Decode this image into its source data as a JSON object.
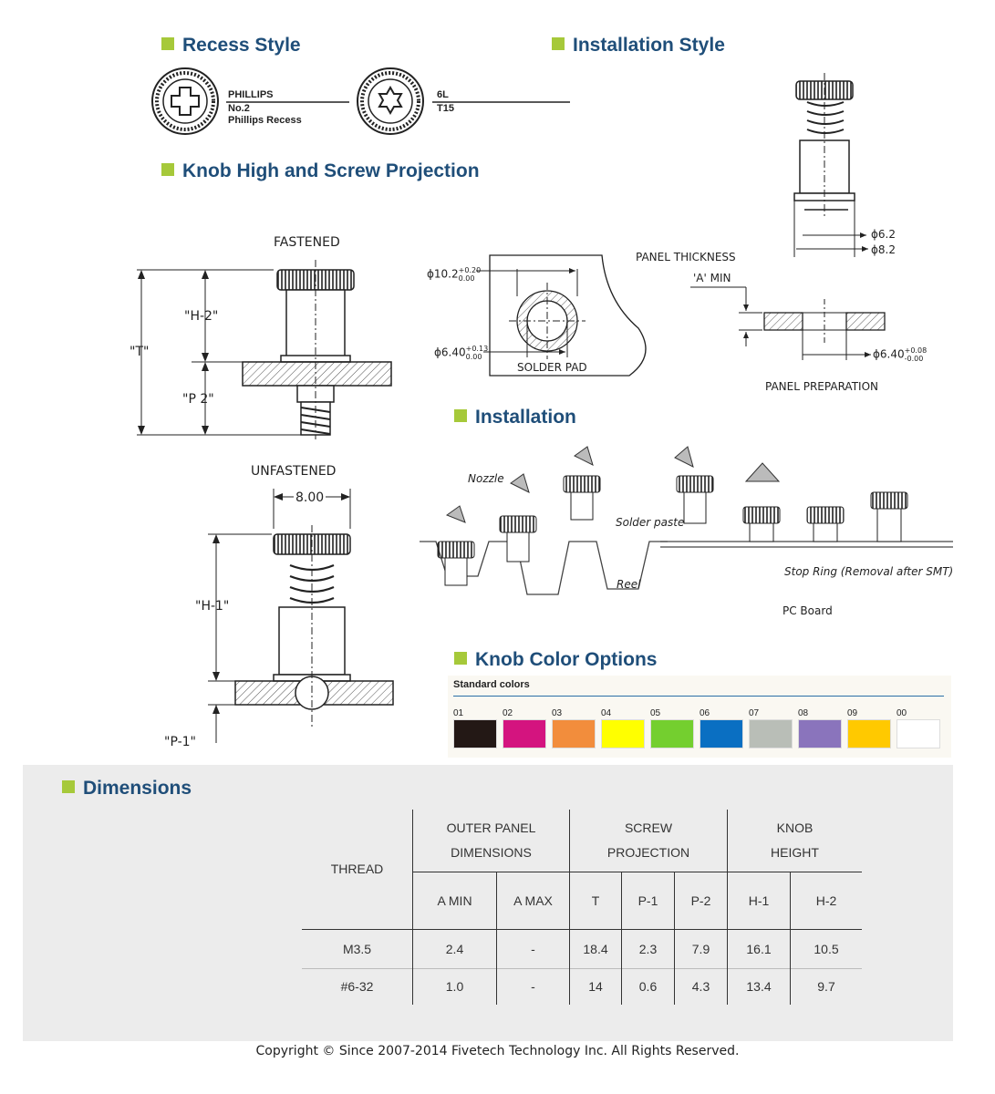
{
  "sections": {
    "recess": "Recess Style",
    "installation_style": "Installation Style",
    "knob_high": "Knob High and Screw Projection",
    "installation": "Installation",
    "knob_colors": "Knob Color Options",
    "dimensions": "Dimensions"
  },
  "recess": {
    "phillips_title": "PHILLIPS",
    "phillips_no": "No.2",
    "phillips_desc": "Phillips Recess",
    "torx_title": "6L",
    "torx_desc": "T15"
  },
  "install_style": {
    "dia_inner": "ϕ6.2",
    "dia_outer": "ϕ8.2"
  },
  "fastened": {
    "title": "FASTENED",
    "h2": "\"H-2\"",
    "t": "\"T\"",
    "p2": "\"P 2\""
  },
  "unfastened": {
    "title": "UNFASTENED",
    "width": "8.00",
    "h1": "\"H-1\"",
    "p1": "\"P-1\""
  },
  "solder_pad": {
    "outer_dia": "ϕ10.2",
    "outer_tol_plus": "+0.20",
    "outer_tol_minus": "0.00",
    "inner_dia": "ϕ6.40",
    "inner_tol_plus": "+0.13",
    "inner_tol_minus": "0.00",
    "label": "SOLDER PAD"
  },
  "panel": {
    "thickness": "PANEL THICKNESS",
    "a_min": "'A' MIN",
    "hole_dia": "ϕ6.40",
    "hole_tol_plus": "+0.08",
    "hole_tol_minus": "-0.00",
    "caption": "PANEL PREPARATION"
  },
  "install_labels": {
    "nozzle": "Nozzle",
    "solder_paste": "Solder paste",
    "reel": "Reel",
    "stop_ring": "Stop Ring (Removal after SMT)",
    "pc_board": "PC Board"
  },
  "knob_colors": {
    "header": "Standard colors",
    "swatches": [
      {
        "code": "01",
        "color": "#231815"
      },
      {
        "code": "02",
        "color": "#d4147f"
      },
      {
        "code": "03",
        "color": "#f28d3c"
      },
      {
        "code": "04",
        "color": "#ffff00"
      },
      {
        "code": "05",
        "color": "#74cf2f"
      },
      {
        "code": "06",
        "color": "#0a6fc2"
      },
      {
        "code": "07",
        "color": "#b9beb7"
      },
      {
        "code": "08",
        "color": "#8a74bc"
      },
      {
        "code": "09",
        "color": "#ffc900"
      },
      {
        "code": "00",
        "color": "#ffffff"
      }
    ]
  },
  "dimensions": {
    "thread": "THREAD",
    "groups": [
      {
        "line1": "OUTER PANEL",
        "line2": "DIMENSIONS"
      },
      {
        "line1": "SCREW",
        "line2": "PROJECTION"
      },
      {
        "line1": "KNOB",
        "line2": "HEIGHT"
      }
    ],
    "columns": [
      "A MIN",
      "A MAX",
      "T",
      "P-1",
      "P-2",
      "H-1",
      "H-2"
    ],
    "rows": [
      {
        "thread": "M3.5",
        "values": [
          "2.4",
          "-",
          "18.4",
          "2.3",
          "7.9",
          "16.1",
          "10.5"
        ]
      },
      {
        "thread": "#6-32",
        "values": [
          "1.0",
          "-",
          "14",
          "0.6",
          "4.3",
          "13.4",
          "9.7"
        ]
      }
    ]
  },
  "copyright": "Copyright © Since 2007-2014 Fivetech Technology Inc. All Rights Reserved."
}
